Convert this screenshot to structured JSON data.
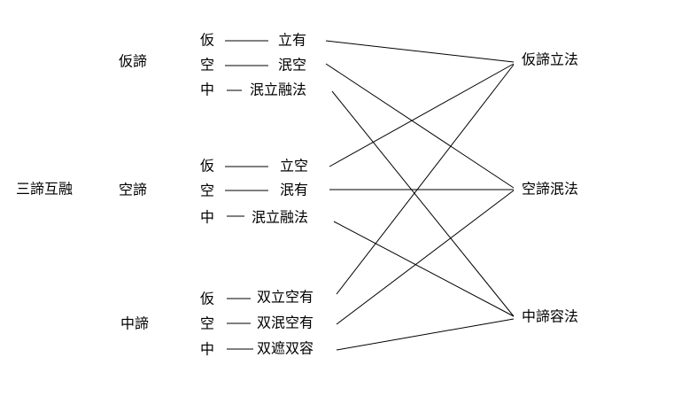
{
  "root": "三諦互融",
  "groups": [
    {
      "label": "仮諦",
      "rows": [
        {
          "key": "仮",
          "term": "立有"
        },
        {
          "key": "空",
          "term": "泯空"
        },
        {
          "key": "中",
          "term": "泯立融法"
        }
      ]
    },
    {
      "label": "空諦",
      "rows": [
        {
          "key": "仮",
          "term": "立空"
        },
        {
          "key": "空",
          "term": "泯有"
        },
        {
          "key": "中",
          "term": "泯立融法"
        }
      ]
    },
    {
      "label": "中諦",
      "rows": [
        {
          "key": "仮",
          "term": "双立空有"
        },
        {
          "key": "空",
          "term": "双泯空有"
        },
        {
          "key": "中",
          "term": "双遮双容"
        }
      ]
    }
  ],
  "targets": [
    "仮諦立法",
    "空諦泯法",
    "中諦容法"
  ]
}
